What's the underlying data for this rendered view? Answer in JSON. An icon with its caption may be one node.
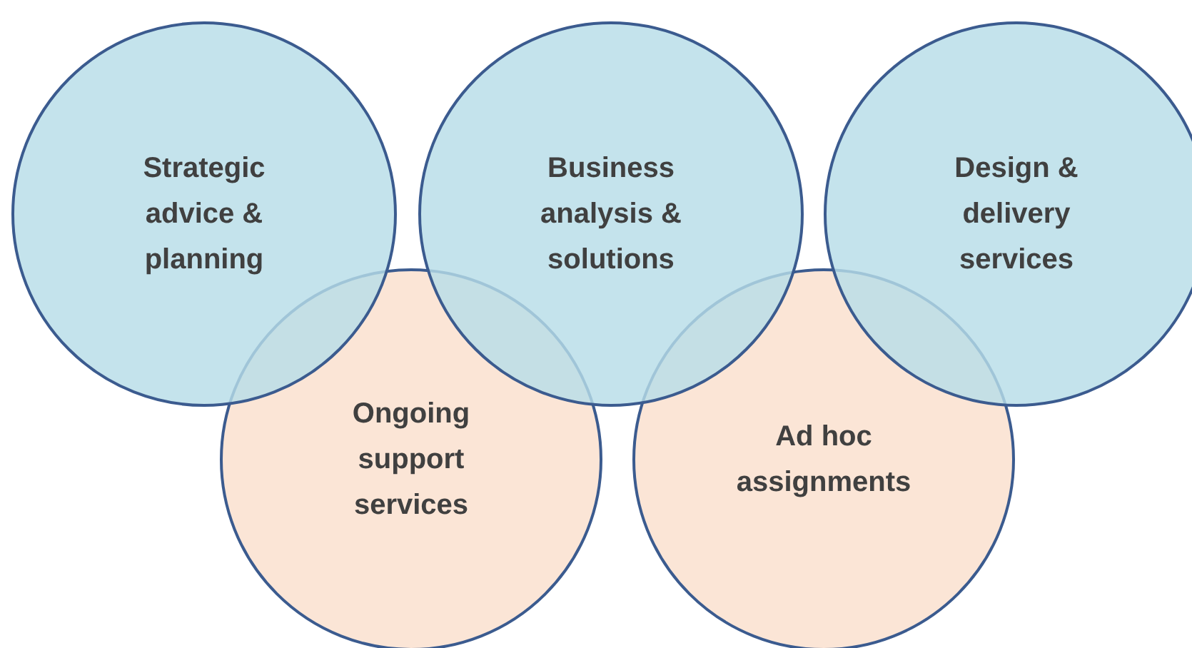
{
  "diagram": {
    "nodes": [
      {
        "text": [
          "Strategic advice & planning"
        ]
      },
      {
        "text": [
          "Business analysis & solutions"
        ]
      },
      {
        "text": [
          "Design & delivery services"
        ]
      },
      {
        "text": [
          "Ongoing support services"
        ]
      },
      {
        "text": [
          "Ad hoc assignments"
        ]
      }
    ]
  }
}
